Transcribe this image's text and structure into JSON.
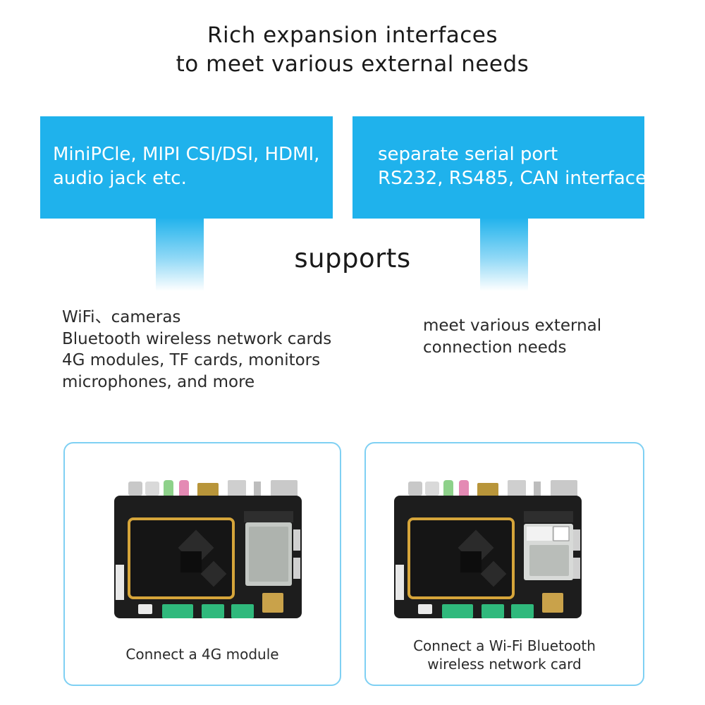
{
  "heading": {
    "line1": "Rich expansion interfaces",
    "line2": "to meet various external needs"
  },
  "boxes": {
    "left": {
      "line1": "MiniPCle, MIPI CSI/DSI, HDMI,",
      "line2": "audio jack etc."
    },
    "right": {
      "line1": "separate serial port",
      "line2": "RS232, RS485, CAN interface"
    }
  },
  "accent_color": "#1fb2ec",
  "supports_label": "supports",
  "left_list": [
    "WiFi、cameras",
    "Bluetooth wireless network cards",
    "4G modules, TF cards, monitors",
    "microphones, and more"
  ],
  "right_list": [
    "meet various external",
    "connection needs"
  ],
  "cards": {
    "left": {
      "caption_line1": "Connect a 4G module",
      "module": "4g-module"
    },
    "right": {
      "caption_line1": "Connect a Wi-Fi Bluetooth",
      "caption_line2": "wireless network card",
      "module": "wifi-bluetooth-card"
    }
  }
}
